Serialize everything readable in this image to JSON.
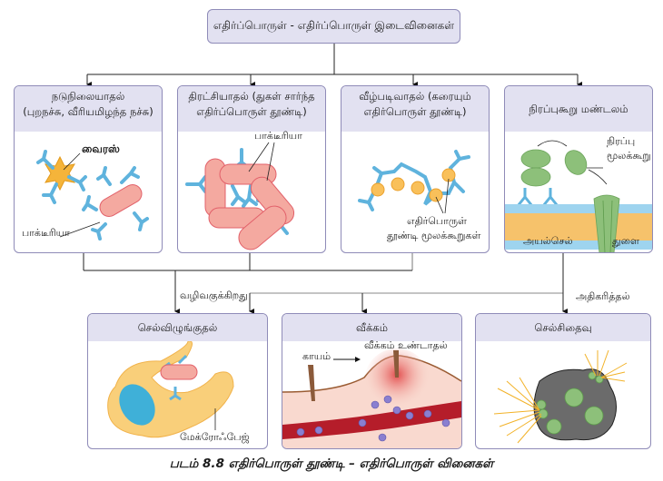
{
  "diagram": {
    "title": "எதிர்ப்பொருள் - எதிர்ப்பொருள் இடைவினைகள்",
    "mechanisms": [
      {
        "title_line1": "நடுநிலையாதல்",
        "title_line2": "(புறநச்சு, வீரியமிழந்த நச்சு)",
        "labels": {
          "virus": "வைரஸ்",
          "bacteria": "பாக்டீரியா"
        }
      },
      {
        "title_line1": "திரட்சியாதல் (துகள் சார்ந்த",
        "title_line2": "எதிர்ப்பொருள் தூண்டி)",
        "labels": {
          "bacteria": "பாக்டீரியா"
        }
      },
      {
        "title_line1": "வீழ்படிவாதல் (கரையும்",
        "title_line2": "எதிர்பொருள் தூண்டி)",
        "labels": {
          "antigen_line1": "எதிர்பொருள்",
          "antigen_line2": "தூண்டி மூலக்கூறுகள்"
        }
      },
      {
        "title_line1": "நிரப்புகூறு மண்டலம்",
        "title_line2": "",
        "labels": {
          "complement_line1": "நிரப்பு",
          "complement_line2": "மூலக்கூறு",
          "foreign_cell": "அயல்செல்",
          "pore": "துளை"
        }
      }
    ],
    "connector_labels": {
      "leads_to": "வழிவகுக்கிறது",
      "enhances": "அதிகரித்தல்"
    },
    "outcomes": [
      {
        "title": "செல்விழுங்குதல்",
        "labels": {
          "macrophage": "மேக்ரோஃபேஜ்"
        }
      },
      {
        "title": "வீக்கம்",
        "labels": {
          "wound": "காயம்",
          "inflammation": "வீக்கம் உண்டாதல்"
        }
      },
      {
        "title": "செல்சிதைவு",
        "labels": {}
      }
    ],
    "caption": "படம் 8.8 எதிர்பொருள் தூண்டி – எதிர்பொருள் வினைகள்",
    "colors": {
      "box_header": "#e2e1f1",
      "box_border": "#8f8bb8",
      "antibody": "#5fb3dd",
      "bacteria": "#f4a9a0",
      "virus": "#f5b43a",
      "complement": "#8dc07a",
      "macrophage": "#f9cf7a",
      "nucleus": "#3fb0d8",
      "lysis_cell": "#6b6b6b",
      "arrows_yellow": "#f2b228"
    }
  }
}
